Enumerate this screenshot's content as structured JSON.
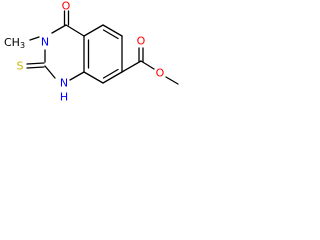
{
  "molecule": {
    "atoms": {
      "carbonyl_oxygen": "O",
      "ring_nitrogen_methyl": "N",
      "n_methyl": "CH",
      "n_methyl_subscript": "3",
      "thione_sulfur": "S",
      "ring_nitrogen_h": "N",
      "ring_nitrogen_h_hydrogen": "H",
      "ester_carbonyl_oxygen": "O",
      "ester_ether_oxygen": "O"
    },
    "colors": {
      "oxygen": "#ff0000",
      "nitrogen": "#0000ff",
      "sulfur": "#ccb300",
      "carbon": "#000000"
    }
  }
}
